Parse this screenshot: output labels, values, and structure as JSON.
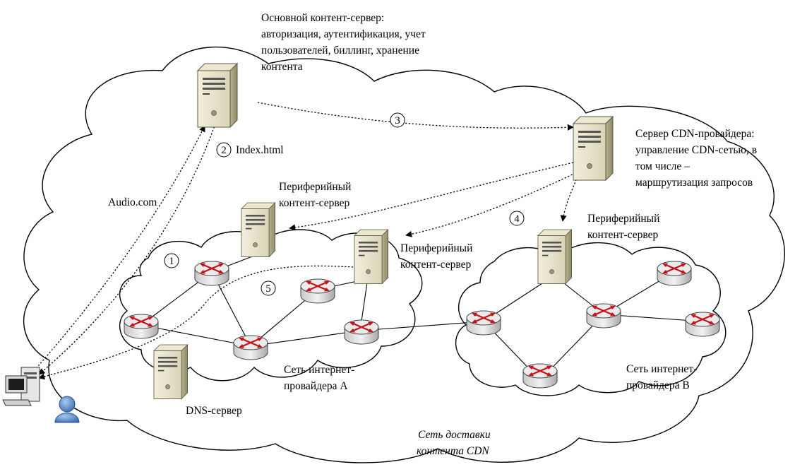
{
  "labels": {
    "main_server": [
      "Основной контент-сервер:",
      "авторизация, аутентификация, учет",
      "пользователей, биллинг, хранение",
      "контента"
    ],
    "cdn_server": [
      "Сервер CDN-провайдера:",
      "управление CDN-сетью, в",
      "том числе –",
      "маршрутизация запросов"
    ],
    "edge_server_1": [
      "Периферийный",
      "контент-сервер"
    ],
    "edge_server_2": [
      "Периферийный",
      "контент-сервер"
    ],
    "edge_server_3": [
      "Периферийный",
      "контент-сервер"
    ],
    "isp_a": [
      "Сеть интернет-",
      "провайдера A"
    ],
    "isp_b": [
      "Сеть интернет-",
      "провайдера B"
    ],
    "dns_server": "DNS-сервер",
    "cdn_network": [
      "Сеть доставки",
      "контента CDN"
    ],
    "request_audio": "Audio.com",
    "response_index": "Index.html"
  },
  "steps": [
    "1",
    "2",
    "3",
    "4",
    "5"
  ]
}
